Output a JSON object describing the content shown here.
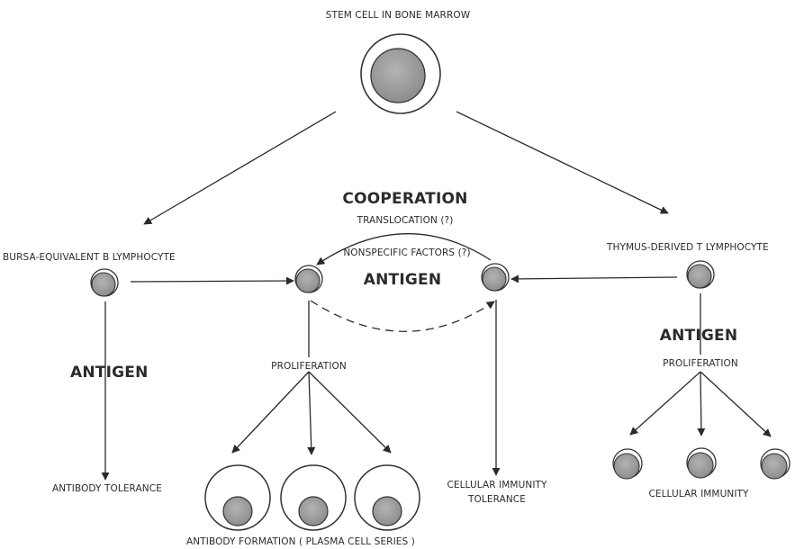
{
  "labels": {
    "stem_cell": "STEM CELL IN BONE MARROW",
    "cooperation": "COOPERATION",
    "translocation": "TRANSLOCATION (?)",
    "nonspecific_factors": "NONSPECIFIC FACTORS (?)",
    "bursa_b_lymphocyte": "BURSA-EQUIVALENT  B LYMPHOCYTE",
    "thymus_t_lymphocyte": "THYMUS-DERIVED  T LYMPHOCYTE",
    "antigen_center": "ANTIGEN",
    "antigen_left": "ANTIGEN",
    "antigen_right": "ANTIGEN",
    "proliferation_left": "PROLIFERATION",
    "proliferation_right": "PROLIFERATION",
    "antibody_tolerance": "ANTIBODY TOLERANCE",
    "cellular_immunity_tolerance_line1": "CELLULAR IMMUNITY",
    "cellular_immunity_tolerance_line2": "TOLERANCE",
    "cellular_immunity": "CELLULAR IMMUNITY",
    "antibody_formation": "ANTIBODY FORMATION    ( PLASMA CELL SERIES )"
  },
  "colors": {
    "line": "#2a2a2a",
    "cell_fill": "#9a9a9a",
    "cell_outline": "#333333"
  }
}
